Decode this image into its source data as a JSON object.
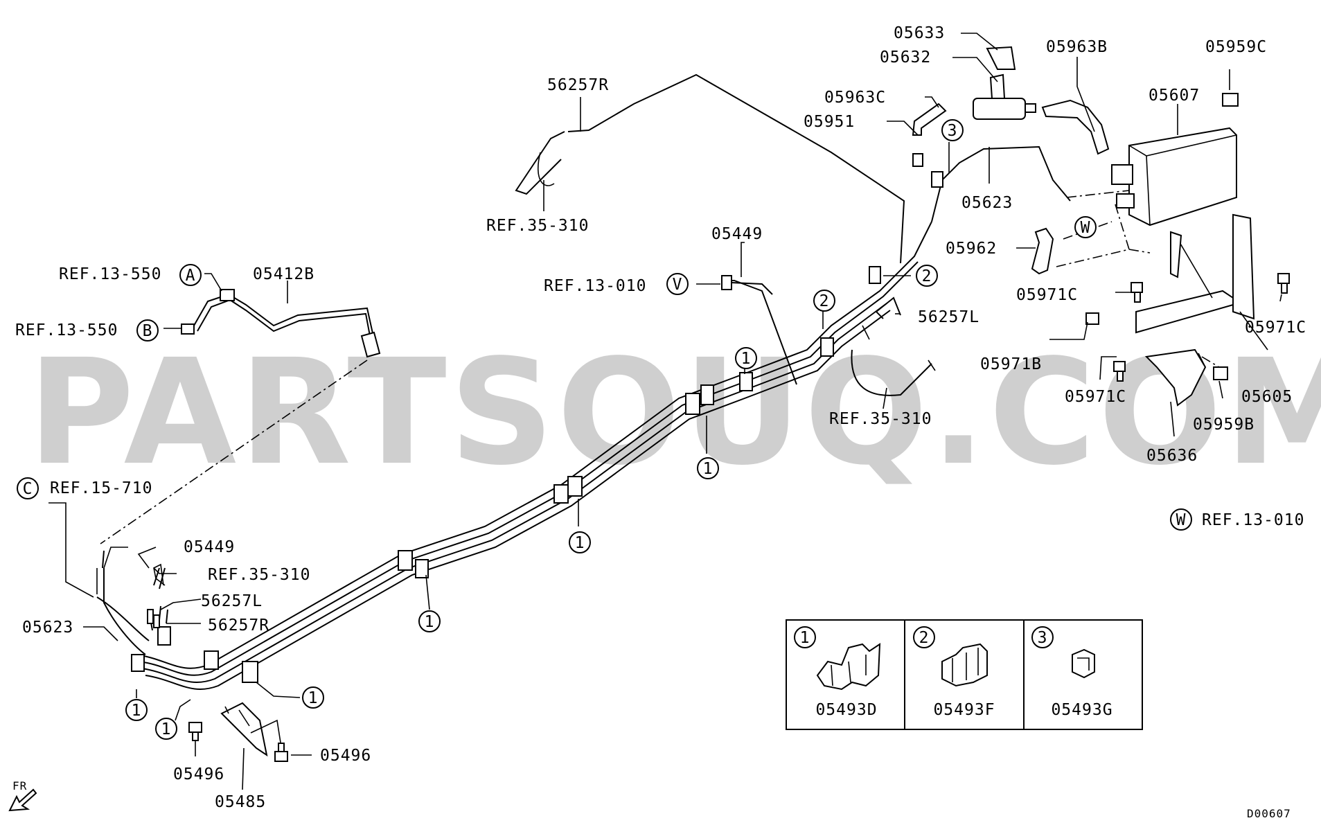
{
  "watermark": "PARTSOUQ.COM",
  "diagram_code": "D00607",
  "direction_label": "FR",
  "labels": {
    "p05633": "05633",
    "p05632": "05632",
    "p05963B": "05963B",
    "p05959C": "05959C",
    "p05607": "05607",
    "p05963C": "05963C",
    "p05951": "05951",
    "p05623_top": "05623",
    "p05962": "05962",
    "p05971C_a": "05971C",
    "p05971C_b": "05971C",
    "p05971C_c": "05971C",
    "p05971B": "05971B",
    "p05605": "05605",
    "p05959B": "05959B",
    "p05636": "05636",
    "p56257R_top": "56257R",
    "ref35_310_top": "REF.35-310",
    "p05449_top": "05449",
    "ref13_010_v": "REF.13-010",
    "p56257L_top": "56257L",
    "ref35_310_mid": "REF.35-310",
    "ref13_550_a": "REF.13-550",
    "ref13_550_b": "REF.13-550",
    "p05412B": "05412B",
    "ref15_710": "REF.15-710",
    "p05449_bot": "05449",
    "ref35_310_bot": "REF.35-310",
    "p56257L_bot": "56257L",
    "p56257R_bot": "56257R",
    "p05623_bot": "05623",
    "p05496_a": "05496",
    "p05496_b": "05496",
    "p05485": "05485",
    "ref13_010_w": "REF.13-010"
  },
  "callouts": {
    "A": "A",
    "B": "B",
    "C": "C",
    "V": "V",
    "W": "W",
    "one": "1",
    "two": "2",
    "three": "3"
  },
  "legend": {
    "item1": {
      "num": "1",
      "part": "05493D"
    },
    "item2": {
      "num": "2",
      "part": "05493F"
    },
    "item3": {
      "num": "3",
      "part": "05493G"
    }
  }
}
